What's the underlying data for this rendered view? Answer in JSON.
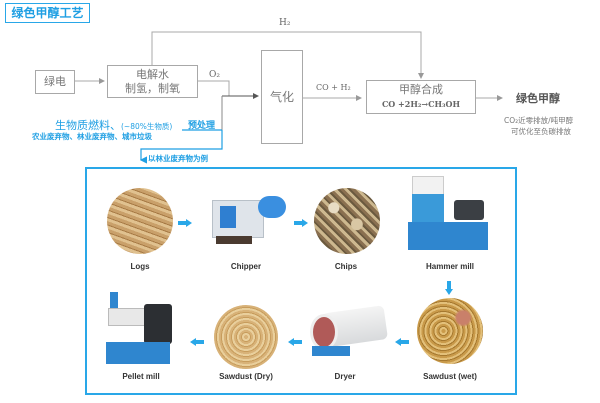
{
  "title": "绿色甲醇工艺",
  "flow": {
    "green_power": "绿电",
    "electrolysis_line1": "电解水",
    "electrolysis_line2": "制氢，制氧",
    "o2_label": "O₂",
    "h2_label": "H₂",
    "gasification": "气化",
    "syngas_label": "CO + H₂",
    "synthesis_title": "甲醇合成",
    "synthesis_formula": "CO +2H₂→CH₃OH",
    "product": "绿色甲醇",
    "product_note_line1": "CO₂近零排放/吨甲醇",
    "product_note_line2": "可优化至负碳排放",
    "biomass_title": "生物质燃料、",
    "biomass_pct": "(~80%生物质)",
    "pretreatment": "预处理",
    "biomass_sources": "农业废弃物、林业废弃物、城市垃圾",
    "example_label": "以林业废弃物为例"
  },
  "process": {
    "steps": [
      {
        "label": "Logs",
        "icon": "logs-image"
      },
      {
        "label": "Chipper",
        "icon": "chipper-machine-image"
      },
      {
        "label": "Chips",
        "icon": "wood-chips-image"
      },
      {
        "label": "Hammer mill",
        "icon": "hammer-mill-image"
      },
      {
        "label": "Sawdust (wet)",
        "icon": "wet-sawdust-image"
      },
      {
        "label": "Dryer",
        "icon": "rotary-dryer-image"
      },
      {
        "label": "Sawdust (Dry)",
        "icon": "dry-sawdust-image"
      },
      {
        "label": "Pellet mill",
        "icon": "pellet-mill-image"
      }
    ]
  },
  "colors": {
    "accent": "#29a7e8",
    "line": "#a8a8a8",
    "text": "#666666"
  }
}
